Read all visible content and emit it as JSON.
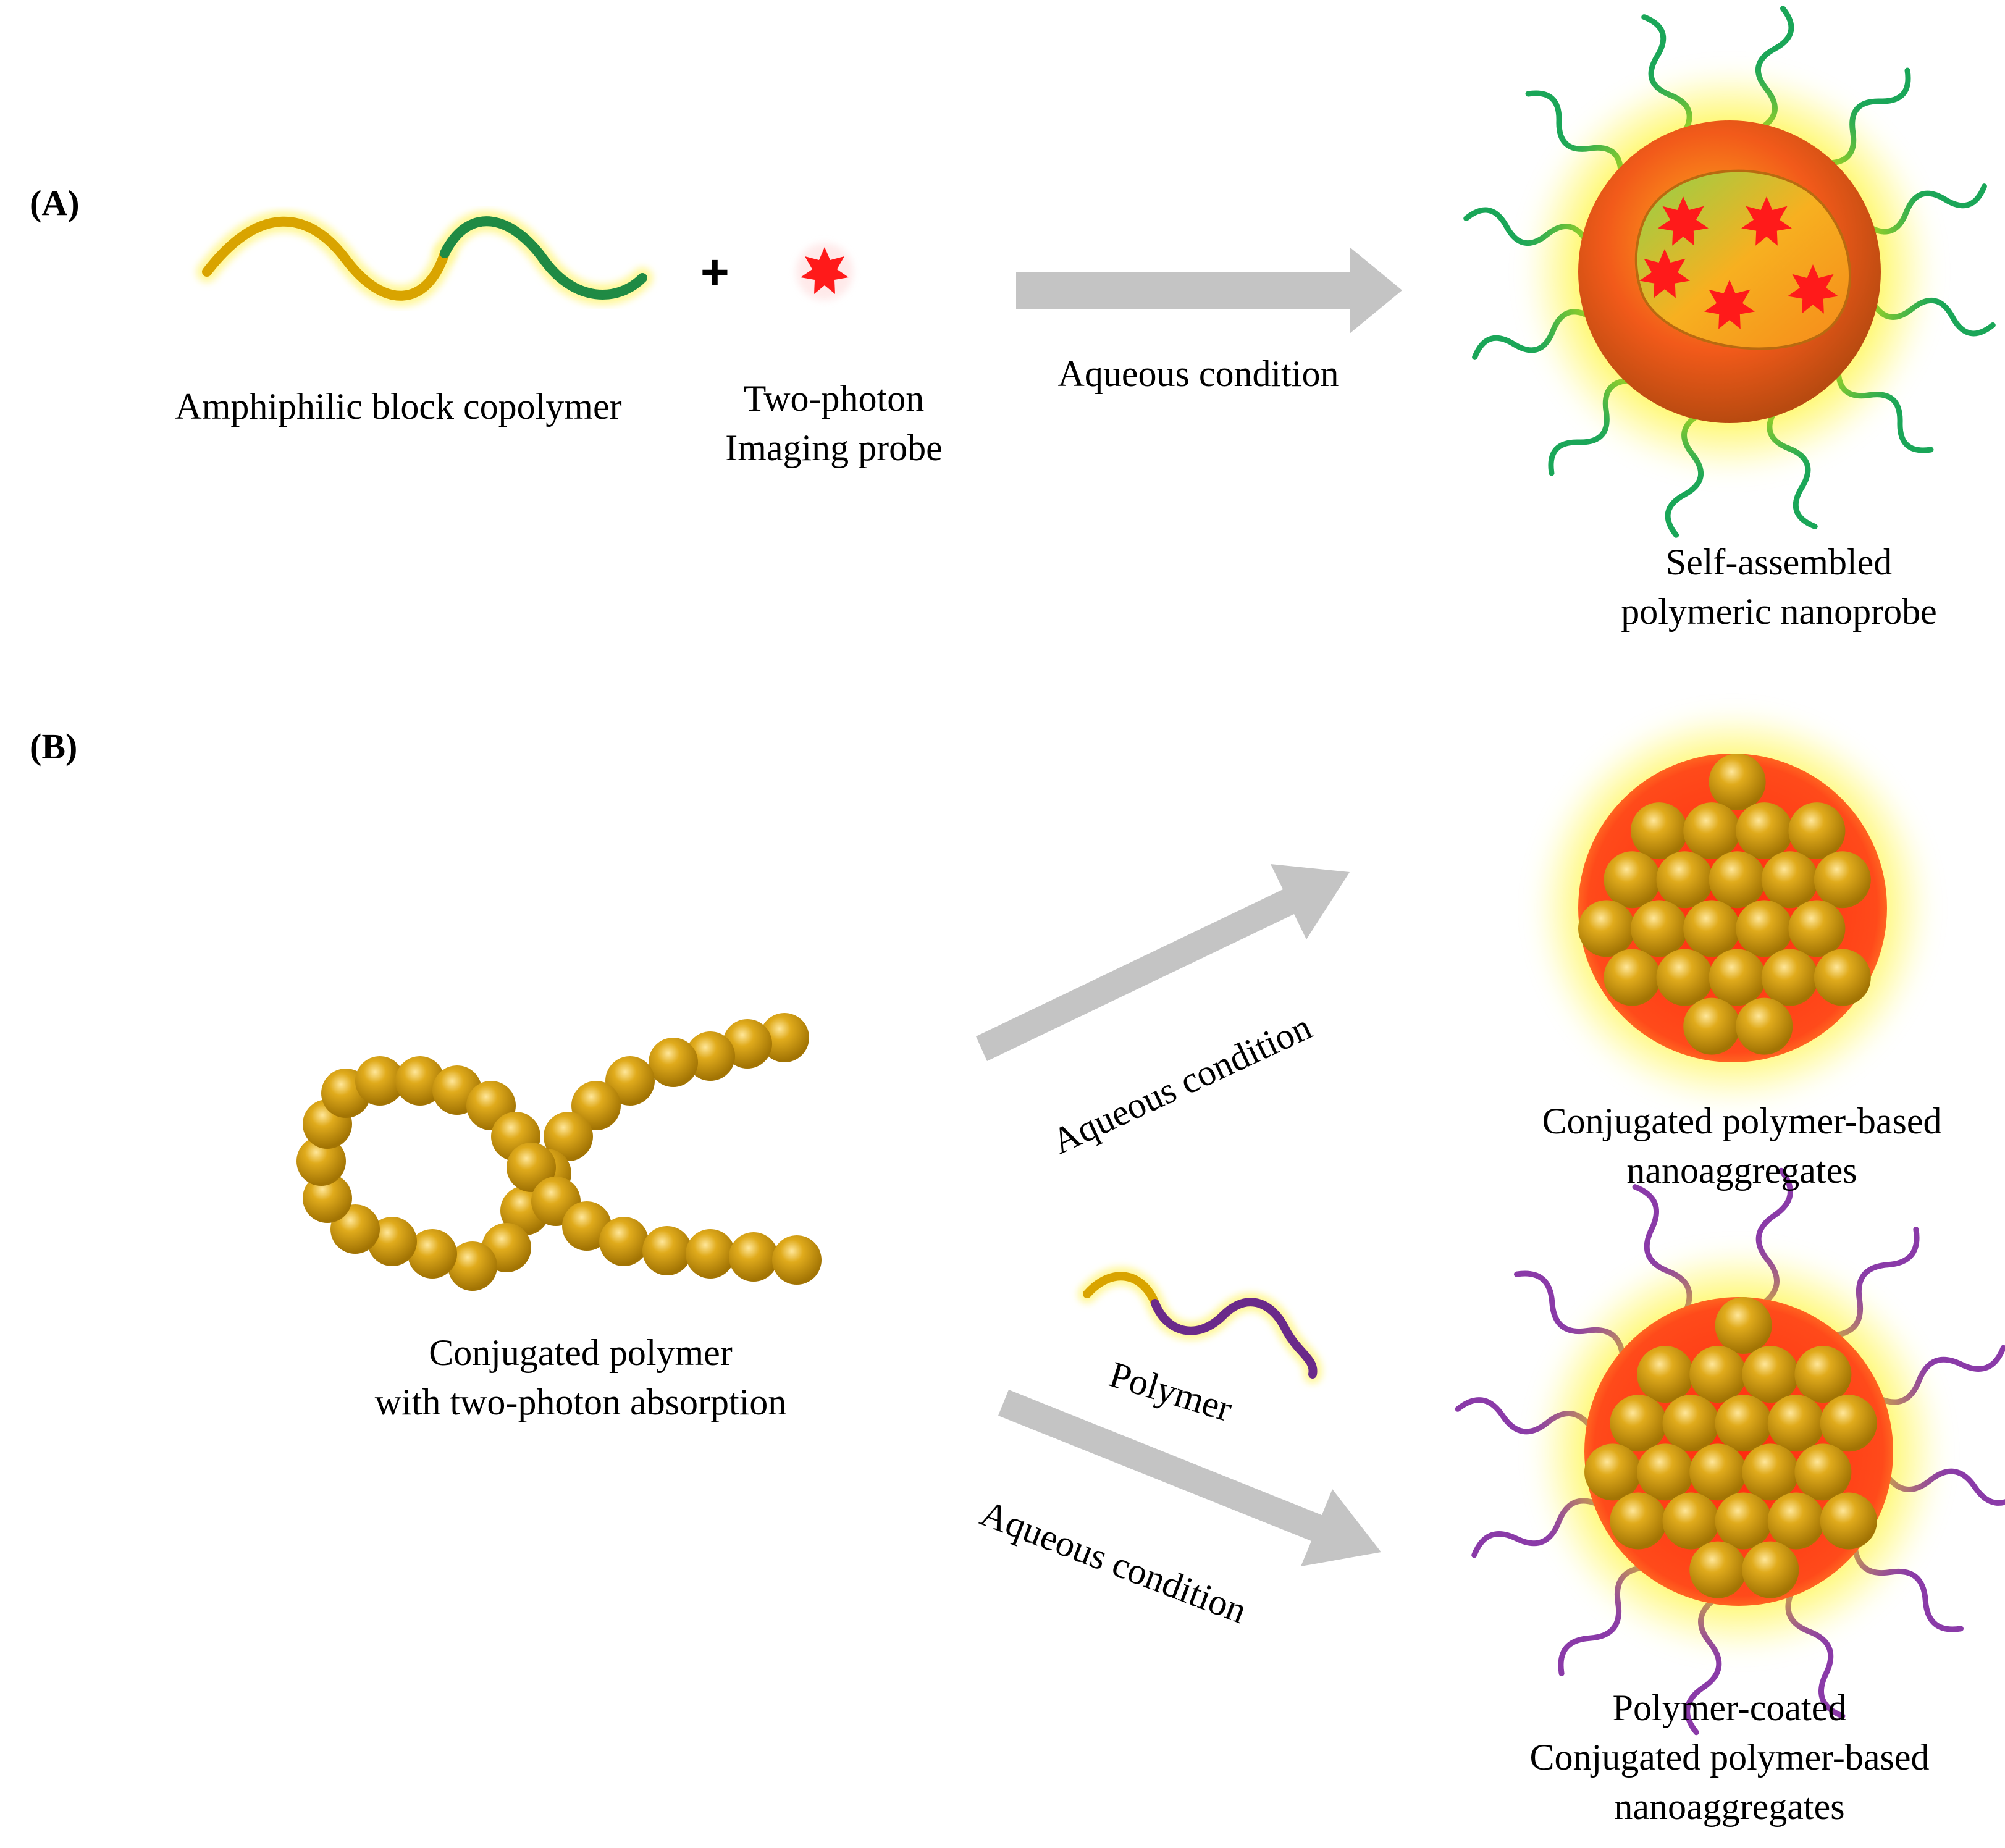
{
  "panels": {
    "a": "(A)",
    "b": "(B)"
  },
  "plus_sign": "+",
  "labels": {
    "block_copolymer": "Amphiphilic block copolymer",
    "probe_line1": "Two-photon",
    "probe_line2": "Imaging probe",
    "aqueous": "Aqueous condition",
    "self_assembled_line1": "Self-assembled",
    "self_assembled_line2": "polymeric nanoprobe",
    "cp_line1": "Conjugated polymer",
    "cp_line2": "with two-photon absorption",
    "nanoagg_line1": "Conjugated polymer-based",
    "nanoagg_line2": "nanoaggregates",
    "polymer": "Polymer",
    "coated_line1": "Polymer-coated",
    "coated_line2": "Conjugated polymer-based",
    "coated_line3": "nanoaggregates"
  },
  "colors": {
    "hydrophobic_block": "#d9a400",
    "hydrophilic_block": "#1f9a4a",
    "probe_star": "#ff1a1a",
    "arrow": "#c4c4c4",
    "core": "#ff3d1a",
    "bead": "#c9960e",
    "corona_green": "#1aa658",
    "corona_purple": "#8a3aa8"
  }
}
